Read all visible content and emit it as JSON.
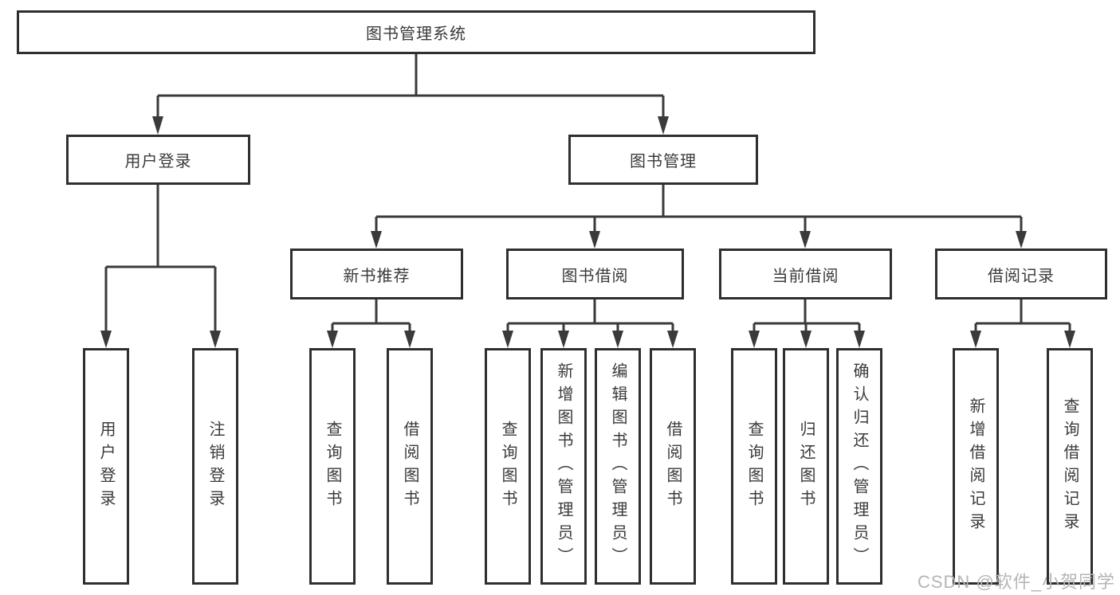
{
  "diagram": {
    "title": "图书管理系统",
    "type": "hierarchy-tree",
    "colors": {
      "line": "#3a3a3a",
      "box_border": "#2f2f2f",
      "text": "#3a3a3a",
      "background": "#ffffff",
      "watermark_text_color": "#b5b5b5"
    },
    "watermark": "CSDN @软件_小贺同学"
  },
  "nodes": {
    "root": "图书管理系统",
    "user_login": "用户登录",
    "book_management": "图书管理",
    "new_book_recommend": "新书推荐",
    "book_borrow": "图书借阅",
    "current_borrow": "当前借阅",
    "borrow_record": "借阅记录",
    "leaf_user_login": "用户登录",
    "leaf_logout": "注销登录",
    "leaf_query_book_1": "查询图书",
    "leaf_borrow_book_1": "借阅图书",
    "leaf_query_book_2": "查询图书",
    "leaf_add_book_admin": "新增图书（管理员）",
    "leaf_edit_book_admin": "编辑图书（管理员）",
    "leaf_borrow_book_2": "借阅图书",
    "leaf_query_book_3": "查询图书",
    "leaf_return_book": "归还图书",
    "leaf_confirm_return_admin": "确认归还（管理员）",
    "leaf_add_borrow_record": "新增借阅记录",
    "leaf_query_borrow_record": "查询借阅记录"
  },
  "hierarchy": {
    "图书管理系统": {
      "用户登录": [
        "用户登录",
        "注销登录"
      ],
      "图书管理": {
        "新书推荐": [
          "查询图书",
          "借阅图书"
        ],
        "图书借阅": [
          "查询图书",
          "新增图书（管理员）",
          "编辑图书（管理员）",
          "借阅图书"
        ],
        "当前借阅": [
          "查询图书",
          "归还图书",
          "确认归还（管理员）"
        ],
        "借阅记录": [
          "新增借阅记录",
          "查询借阅记录"
        ]
      }
    }
  }
}
